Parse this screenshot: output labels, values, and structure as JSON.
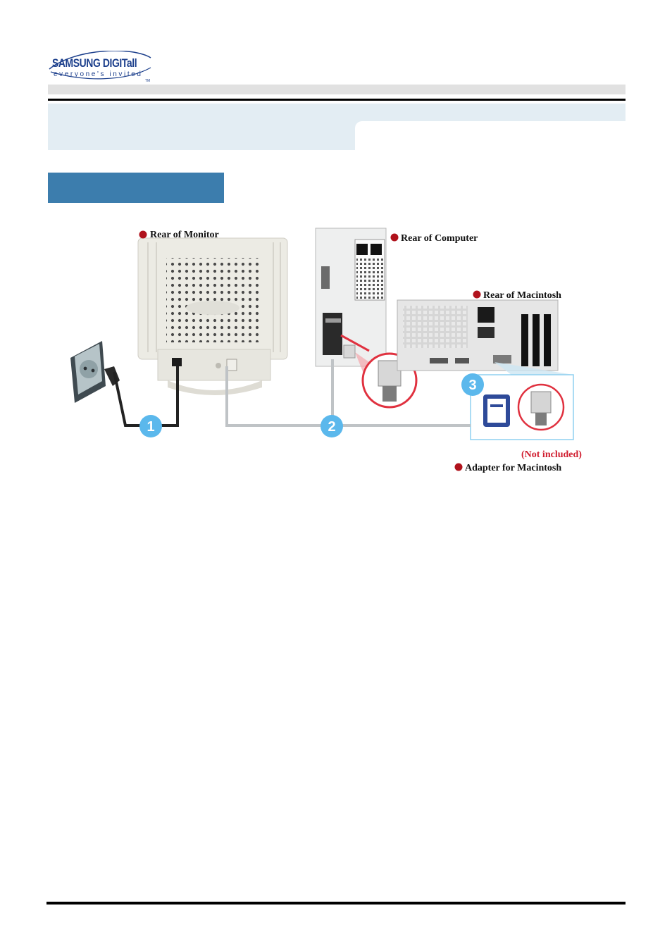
{
  "logo": {
    "brand": "SAMSUNG DIGITall",
    "tagline": "everyone's invited",
    "trademark": "TM"
  },
  "diagram": {
    "labels": {
      "monitor": "Rear of Monitor",
      "computer": "Rear of Computer",
      "macintosh": "Rear of  Macintosh",
      "not_included": "(Not included)",
      "adapter": "Adapter for Macintosh"
    },
    "steps": [
      "1",
      "2",
      "3"
    ]
  },
  "colors": {
    "header_band": "#e3edf3",
    "section_tab": "#3c7dad",
    "step_badge": "#5bb8ec",
    "bullet": "#b0121c",
    "note_red": "#d01d2f"
  }
}
